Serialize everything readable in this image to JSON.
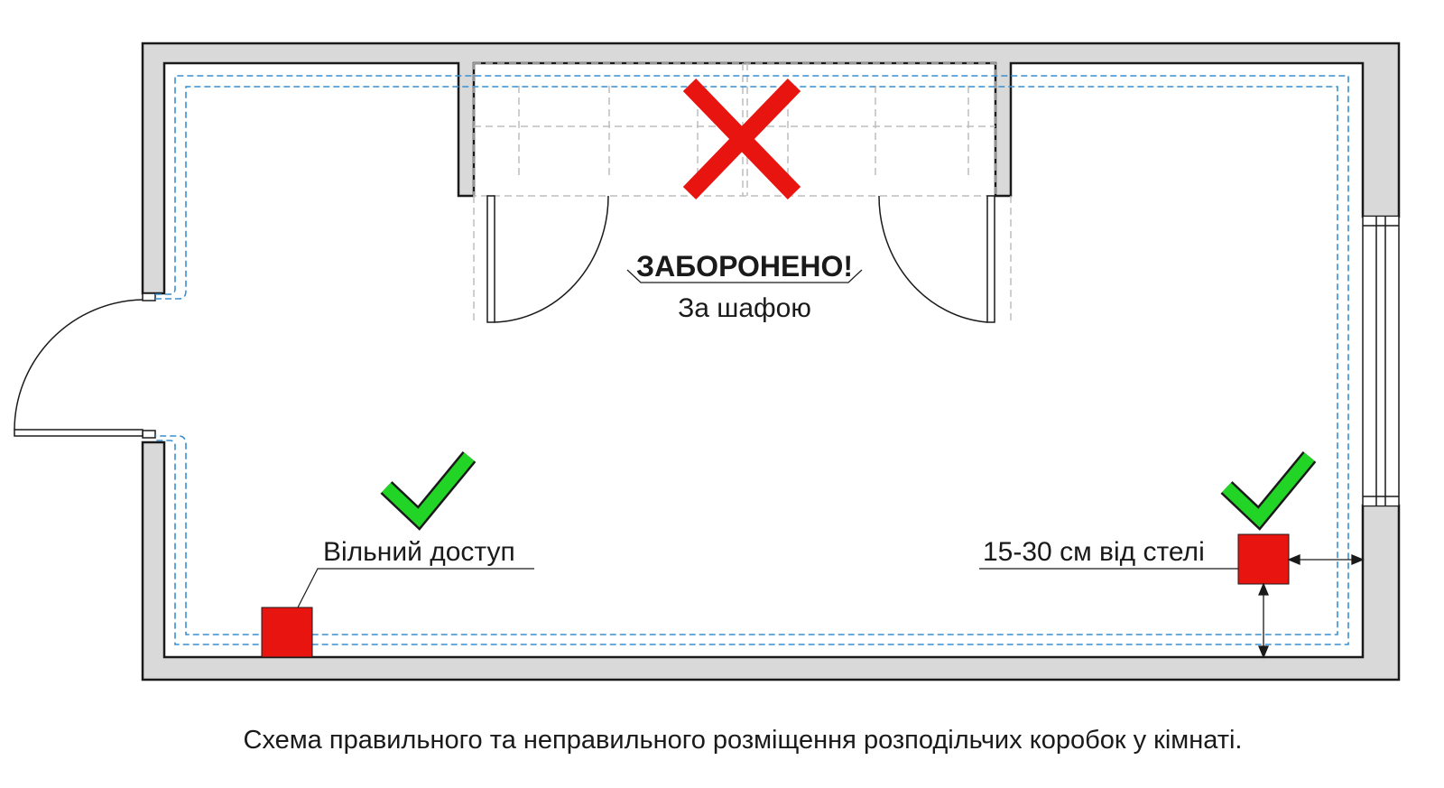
{
  "labels": {
    "forbidden_title": "ЗАБОРОНЕНО!",
    "forbidden_subtitle": "За шафою",
    "free_access": "Вільний доступ",
    "ceiling_distance": "15-30 см від стелі"
  },
  "caption": "Схема правильного та неправильного розміщення розподільчих коробок у кімнаті.",
  "colors": {
    "wall": "#d9d9d9",
    "wall_outline": "#1a1a1a",
    "wiring": "#3a8fd0",
    "junction_box": "#e8140f",
    "forbidden_mark": "#e8140f",
    "approved_mark": "#22d425",
    "furniture": "#bdbdbd"
  },
  "icons": {
    "forbidden": "cross-icon",
    "approved": "checkmark-icon"
  }
}
